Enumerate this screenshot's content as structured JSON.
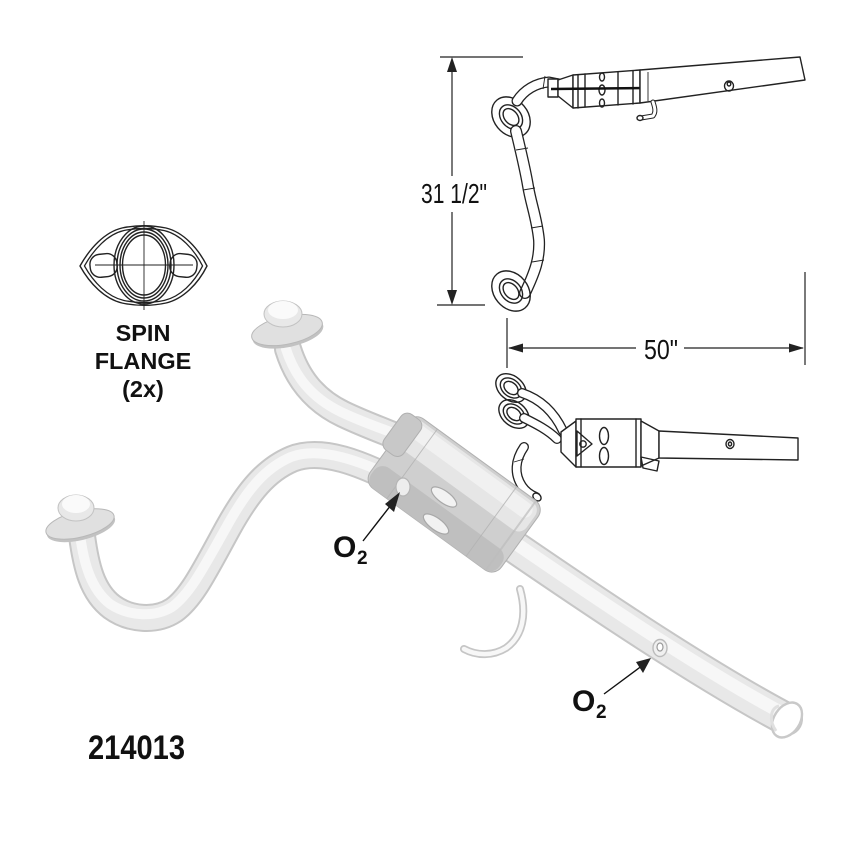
{
  "spin_flange_callout": {
    "line1": "SPIN",
    "line2": "FLANGE",
    "line3": "(2x)"
  },
  "dimensions": {
    "height": "31 1/2\"",
    "length": "50\""
  },
  "o2_label": {
    "symbol": "O",
    "subscript": "2"
  },
  "part_number": "214013",
  "colors": {
    "line_art": "#222222",
    "background": "#ffffff",
    "pipe_mid": "#e8e8e8",
    "pipe_shadow": "#c6c6c6",
    "pipe_highlight": "#f7f7f7",
    "shield": "#cfcfcf"
  }
}
